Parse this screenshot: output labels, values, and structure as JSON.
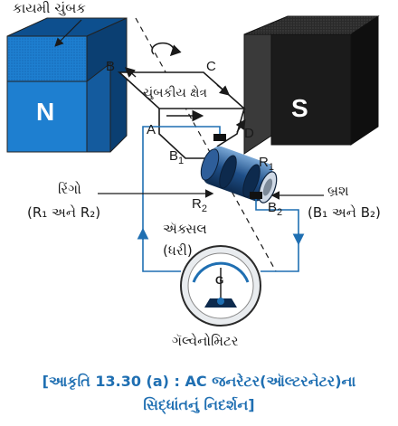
{
  "labels": {
    "permanent_magnet": "કાયમી ચુંબક",
    "magnetic_field": "ચુંબકીય ક્ષેત્ર",
    "rings": "રિંગો",
    "rings_detail": "(R₁ અને R₂)",
    "brush": "બ્રશ",
    "brush_detail": "(B₁ અને B₂)",
    "axle": "ઍક્સલ",
    "axle_detail": "(ધરી)",
    "galvanometer": "ગૅલ્વેનોમિટર",
    "meter_symbol": "G"
  },
  "poles": {
    "north": "N",
    "south": "S"
  },
  "coil_points": {
    "a": "A",
    "b": "B",
    "c": "C",
    "d": "D"
  },
  "components": {
    "b1": "B",
    "b1_sub": "1",
    "b2": "B",
    "b2_sub": "2",
    "r1": "R",
    "r1_sub": "1",
    "r2": "R",
    "r2_sub": "2"
  },
  "caption": {
    "line1": "[આકૃતિ 13.30 (a) : AC  જનરેટર(ઑલ્ટરનેટર)ના",
    "line2": "સિદ્ધાંતનું નિદર્શન]"
  },
  "colors": {
    "north_magnet": "#1e7fd0",
    "north_magnet_top": "#0d4f8e",
    "south_magnet": "#1b1b1b",
    "wire": "#1f6fb2",
    "caption": "#1f6fb2"
  }
}
